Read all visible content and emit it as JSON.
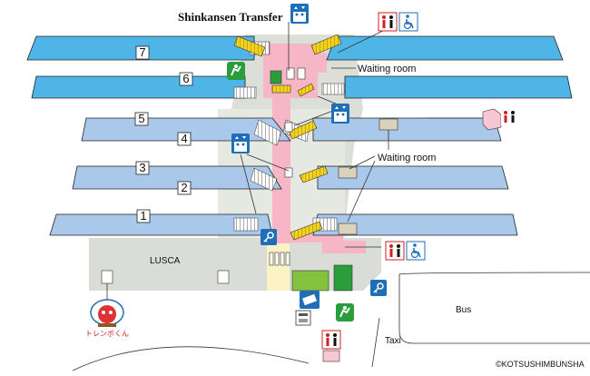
{
  "map": {
    "title": "Shinkansen Transfer",
    "waiting_room_upper": "Waiting room",
    "waiting_room_lower": "Waiting room",
    "mall_label": "LUSCA",
    "bus_label": "Bus",
    "taxi_label": "Taxi",
    "copyright": "©KOTSUSHIMBUNSHA",
    "mascot_text": "トレンボくん",
    "platforms": [
      "7",
      "6",
      "5",
      "4",
      "3",
      "2",
      "1"
    ],
    "colors": {
      "platform_dark": "#4fb4e6",
      "platform_light": "#a9c8ea",
      "concourse": "#f6b6c5",
      "escalator": "#f2d21f",
      "building": "#d9dcd7",
      "exit_green": "#2b9d3a",
      "info_blue": "#1f6fb7"
    },
    "icons": [
      "toilet-icon",
      "wheelchair-icon",
      "elevator-icon",
      "ticket-gate-icon",
      "coin-locker-icon",
      "info-icon",
      "ticket-machine-icon",
      "mascot-icon"
    ]
  }
}
